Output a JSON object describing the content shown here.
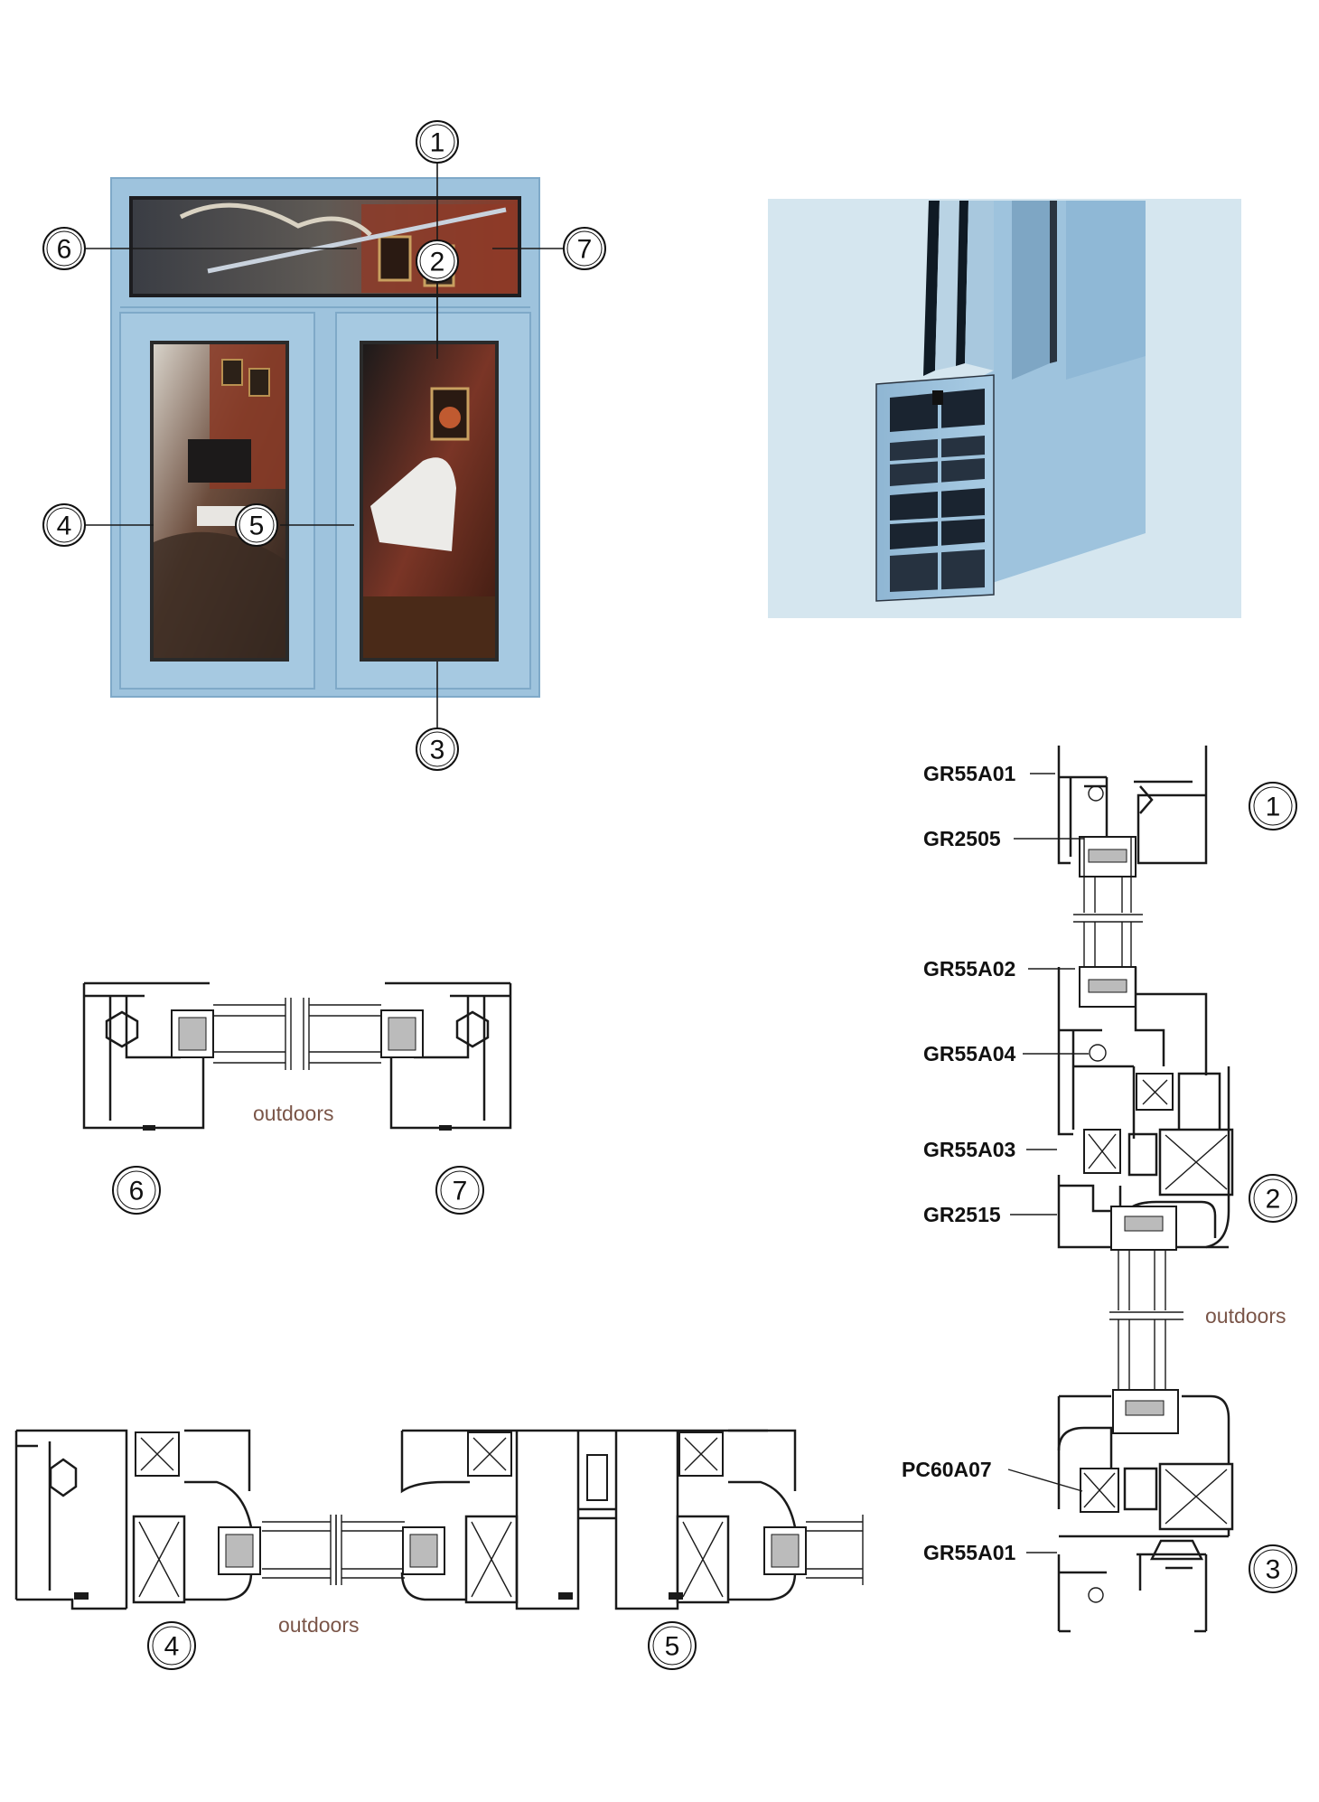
{
  "elevation": {
    "markers": [
      "1",
      "2",
      "3",
      "4",
      "5",
      "6",
      "7"
    ]
  },
  "vertical_section": {
    "labels": [
      "GR55A01",
      "GR2505",
      "GR55A02",
      "GR55A04",
      "GR55A03",
      "GR2515",
      "PC60A07",
      "GR55A01"
    ],
    "markers": [
      "1",
      "2",
      "3"
    ],
    "outdoors": "outdoors"
  },
  "section_6_7": {
    "markers": [
      "6",
      "7"
    ],
    "outdoors": "outdoors"
  },
  "section_4_5": {
    "markers": [
      "4",
      "5"
    ],
    "outdoors": "outdoors"
  },
  "colors": {
    "frame": "#9ec3dd",
    "frame_edge": "#7fa9c8",
    "profile_bg": "#d5e6ef",
    "outdoors_text": "#7a5548"
  }
}
